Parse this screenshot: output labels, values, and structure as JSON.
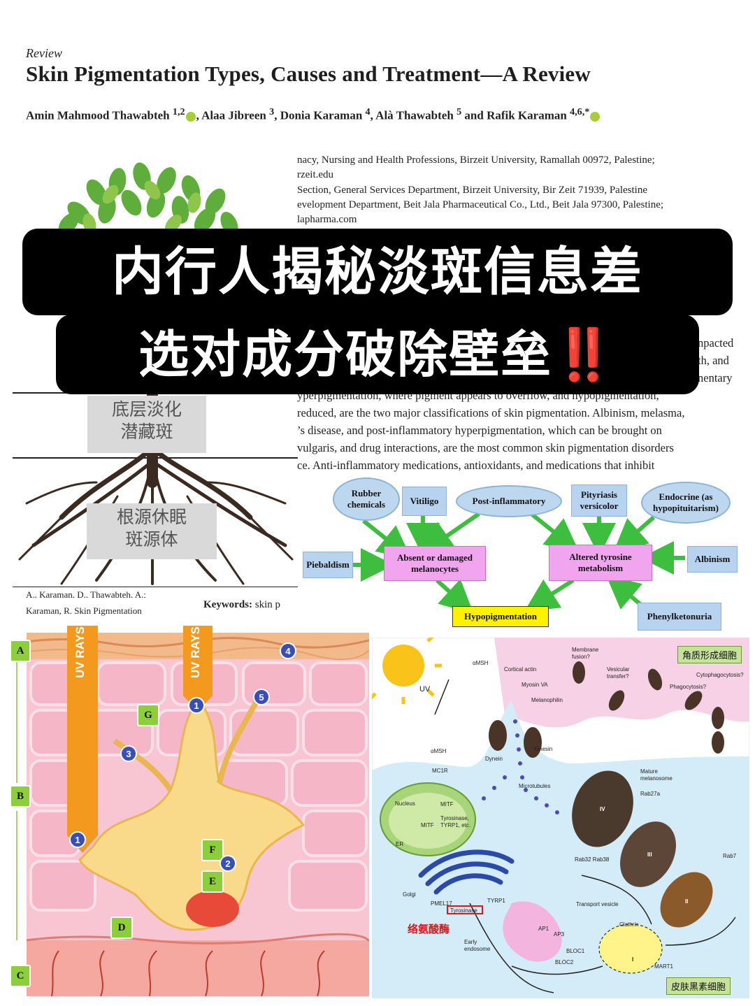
{
  "header": {
    "review": "Review",
    "title": "Skin Pigmentation Types, Causes and Treatment—A Review",
    "authors": [
      {
        "name": "Amin Mahmood Thawabteh",
        "sup": "1,2"
      },
      {
        "name": "Alaa Jibreen",
        "sup": "3"
      },
      {
        "name": "Donia Karaman",
        "sup": "4"
      },
      {
        "name": "Alà Thawabteh",
        "sup": "5"
      },
      {
        "name": "Rafik Karaman",
        "sup": "4,6,*"
      }
    ],
    "separator": ", ",
    "and_word": " and "
  },
  "affiliations": [
    "nacy, Nursing and Health Professions, Birzeit University, Ramallah 00972, Palestine;",
    "rzeit.edu",
    "Section, General Services Department, Birzeit University, Bir Zeit 71939, Palestine",
    "evelopment Department, Beit Jala Pharmaceutical Co., Ltd., Beit Jala 97300, Palestine;",
    "lapharma.com"
  ],
  "abstract_right": [
    "npacted",
    "th, and",
    "nentary"
  ],
  "abstract_lines": [
    "yperpigmentation, where pigment appears to overflow, and hypopigmentation,",
    "reduced, are the two major classifications of skin pigmentation. Albinism, melasma,",
    "’s disease, and post-inflammatory hyperpigmentation, which can be brought on",
    "vulgaris, and drug interactions, are the most common skin pigmentation disorders",
    "ce.  Anti-inflammatory medications, antioxidants, and medications that inhibit"
  ],
  "citation": [
    "A., Karaman, D., Thawabteh, A.;",
    "Karaman, R. Skin Pigmentation"
  ],
  "keywords": {
    "label": "Keywords:",
    "text": "skin p"
  },
  "banner": {
    "line1": "内行人揭秘淡斑信息差",
    "line2": "选对成分破除壁垒",
    "emoji": "‼️"
  },
  "tree": {
    "box1": [
      "底层淡化",
      "潜藏斑"
    ],
    "box2": [
      "根源休眠",
      "斑源体"
    ]
  },
  "flowchart": {
    "rubber": "Rubber chemicals",
    "vitiligo": "Vitiligo",
    "postinflammatory": "Post-inflammatory",
    "pityriasis": "Pityriasis versicolor",
    "endocrine": "Endocrine (as hypopituitarism)",
    "piebaldism": "Piebaldism",
    "absent": "Absent or damaged melanocytes",
    "altered": "Altered tyrosine metabolism",
    "albinism": "Albinism",
    "hypopigmentation": "Hypopigmentation",
    "phenylketonuria": "Phenylketonuria"
  },
  "skin": {
    "uv": "UV RAYS",
    "side_tags": [
      "A",
      "B",
      "C"
    ],
    "letter_tags": [
      "G",
      "F",
      "E",
      "D"
    ],
    "numbers": [
      "1",
      "2",
      "3",
      "4",
      "5"
    ]
  },
  "cell": {
    "keratinocyte": "角质形成细胞",
    "melanocyte": "皮肤黑素细胞",
    "tyrosinase_cn": "络氨酸酶",
    "labels": {
      "amsh": "αMSH",
      "uv": "UV",
      "mc1r": "MC1R",
      "nucleus": "Nucleus",
      "mitf": "MITF",
      "tyr": "Tyrosinase,",
      "tyrp": "TYRP1, etc.",
      "er": "ER",
      "golgi": "Golgi",
      "pmel": "PMEL17",
      "tyrosinase": "Tyrosinase",
      "tyrp1": "TYRP1",
      "ap1": "AP1",
      "ap3": "AP3",
      "early": "Early",
      "endosome": "endosome",
      "bloc1": "BLOC1",
      "bloc2": "BLOC2",
      "mart1": "MART1",
      "clathrin": "Clathrin",
      "transport": "Transport vesicle",
      "rab3238": "Rab32  Rab38",
      "rab7": "Rab7",
      "rab27a": "Rab27a",
      "mature": "Mature",
      "melanosome": "melanosome",
      "microtubules": "Microtubules",
      "dynein": "Dynein",
      "kinesin": "Kinesin",
      "cortical": "Cortical actin",
      "myosin": "Myosin VA",
      "melanophilin": "Melanophilin",
      "membrane": "Membrane",
      "fusion": "fusion?",
      "vesicular": "Vesicular",
      "transfer": "transfer?",
      "cyto": "Cytophagocytosis?",
      "phago": "Phagocytosis?",
      "iv": "IV",
      "iii": "III",
      "ii": "II",
      "i": "I"
    }
  },
  "colors": {
    "banner_bg": "#000000",
    "banner_fg": "#ffffff",
    "bang": "#e52020",
    "tag_green": "#8ccf3a",
    "num_blue": "#3a4fb5",
    "uv_orange": "#f39a1e",
    "skin_pink": "#f4c3d2",
    "cell_bg": "#cfe8f5"
  }
}
